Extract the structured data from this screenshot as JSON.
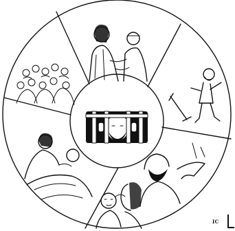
{
  "corner_label": "IC",
  "colors": {
    "ink": "#111111",
    "paper": "#ffffff"
  },
  "diagram": {
    "type": "wheel",
    "center_scene": "prisoner-behind-bars",
    "segments": [
      "jesus-healing-blind-man",
      "crutch-thrown-away",
      "jesus-and-disciple",
      "jesus-touching-ear",
      "jesus-healing-sick-in-bed",
      "crowd-listening"
    ]
  }
}
